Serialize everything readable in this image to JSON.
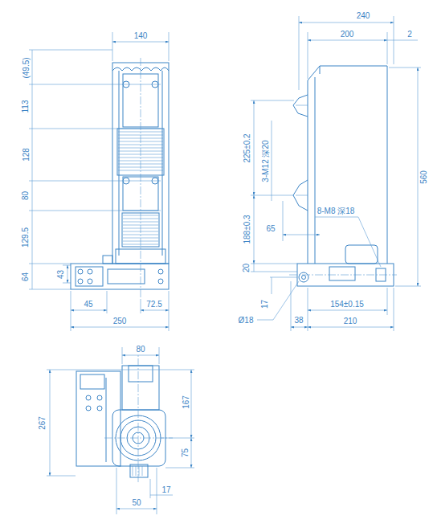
{
  "diagram": {
    "labels": [
      "140",
      "(49.5)",
      "113",
      "128",
      "80",
      "129.5",
      "64",
      "43",
      "45",
      "72.5",
      "250",
      "240",
      "200",
      "2",
      "225±0.2",
      "3-M12 深20",
      "560",
      "8-M8 深18",
      "65",
      "188±0.3",
      "20",
      "17",
      "Ø18",
      "38",
      "154±0.15",
      "210",
      "80",
      "167",
      "267",
      "75",
      "17",
      "50"
    ]
  }
}
